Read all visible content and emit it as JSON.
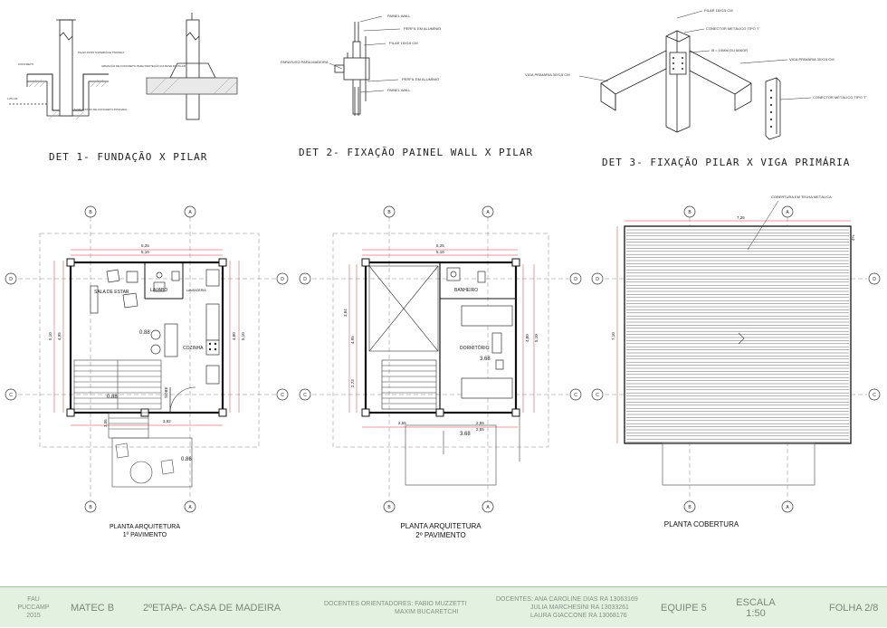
{
  "details": {
    "det1": {
      "title": "DET 1- FUNDAÇÃO X PILAR",
      "notes": [
        "PILAR 15X15 SUPERFÍCIE TRATADA",
        "CONCRETO",
        "ARMAÇÃO DE CONCRETO PARA PROTEÇÃO DA BASE DO PILAR",
        "5 CM LASTRO DE CONCRETO INTEGRAL",
        "1.65 CM"
      ]
    },
    "det2": {
      "title": "DET 2- FIXAÇÃO PAINEL WALL X PILAR",
      "notes": [
        "PAINEL WALL",
        "PERFIL EM ALUMÍNIO",
        "PILAR 15X15 CM",
        "PARAFUSO PARA MADEIRA",
        "PERFIL EM ALUMÍNIO",
        "PAINEL WALL"
      ]
    },
    "det3": {
      "title": "DET 3- FIXAÇÃO PILAR X VIGA PRIMÁRIA",
      "notes": [
        "PILAR 15X15 CM",
        "CONECTOR METÁLICO TIPO \"I\"",
        "Ø = 10MM OU MAIOR",
        "VIGA PRIMÁRIA 30X15 CM",
        "VIGA PRIMÁRIA 30X15 CM",
        "CONECTOR METÁLICO TIPO \"I\""
      ]
    }
  },
  "plans": {
    "plan1": {
      "title_line1": "PLANTA ARQUITETURA",
      "title_line2": "1º PAVIMENTO",
      "rooms": [
        "SALA DE ESTAR",
        "LAVABO",
        "LAVANDERIA",
        "COZINHA"
      ],
      "levels": [
        "0.88",
        "0.88",
        "0.86"
      ],
      "dims": [
        "5,25",
        "5,10",
        "3,82",
        "5,10",
        "4,95",
        "4,80",
        "5,10",
        "3,05",
        "SOBE"
      ]
    },
    "plan2": {
      "title_line1": "PLANTA ARQUITETURA",
      "title_line2": "2º PAVIMENTO",
      "rooms": [
        "BANHEIRO",
        "DORMITÓRIO"
      ],
      "levels": [
        "3.68",
        "3.68"
      ],
      "dims": [
        "5,25",
        "5,10",
        "2,55",
        "2,55",
        "2,55",
        "3,84",
        "4,95",
        "5,10",
        "4,80",
        "2,73"
      ]
    },
    "plan3": {
      "title": "PLANTA COBERTURA",
      "note": "COBERTURA EM TELHA METÁLICA",
      "dims": [
        "7,26",
        "7,10",
        "4%"
      ]
    },
    "grid_labels": [
      "A",
      "B",
      "C",
      "D"
    ]
  },
  "titleblock": {
    "school": [
      "FAU",
      "PUCCAMP",
      "2015"
    ],
    "course": "MATEC B",
    "stage": "2ºETAPA- CASA DE MADEIRA",
    "advisors_label": "DOCENTES ORIENTADORES:",
    "advisors": [
      "FABIO MUZZETTI",
      "MAXIM BUCARETCHI"
    ],
    "students_label": "DOCENTES:",
    "students": [
      "ANA CAROLINE DIAS   RA 13063169",
      "JULIA MARCHESINI  RA 13033261",
      "LAURA GIACCONE  RA 13068176"
    ],
    "team": "EQUIPE 5",
    "scale_label": "ESCALA",
    "scale_value": "1:50",
    "sheet": "FOLHA 2/8"
  }
}
